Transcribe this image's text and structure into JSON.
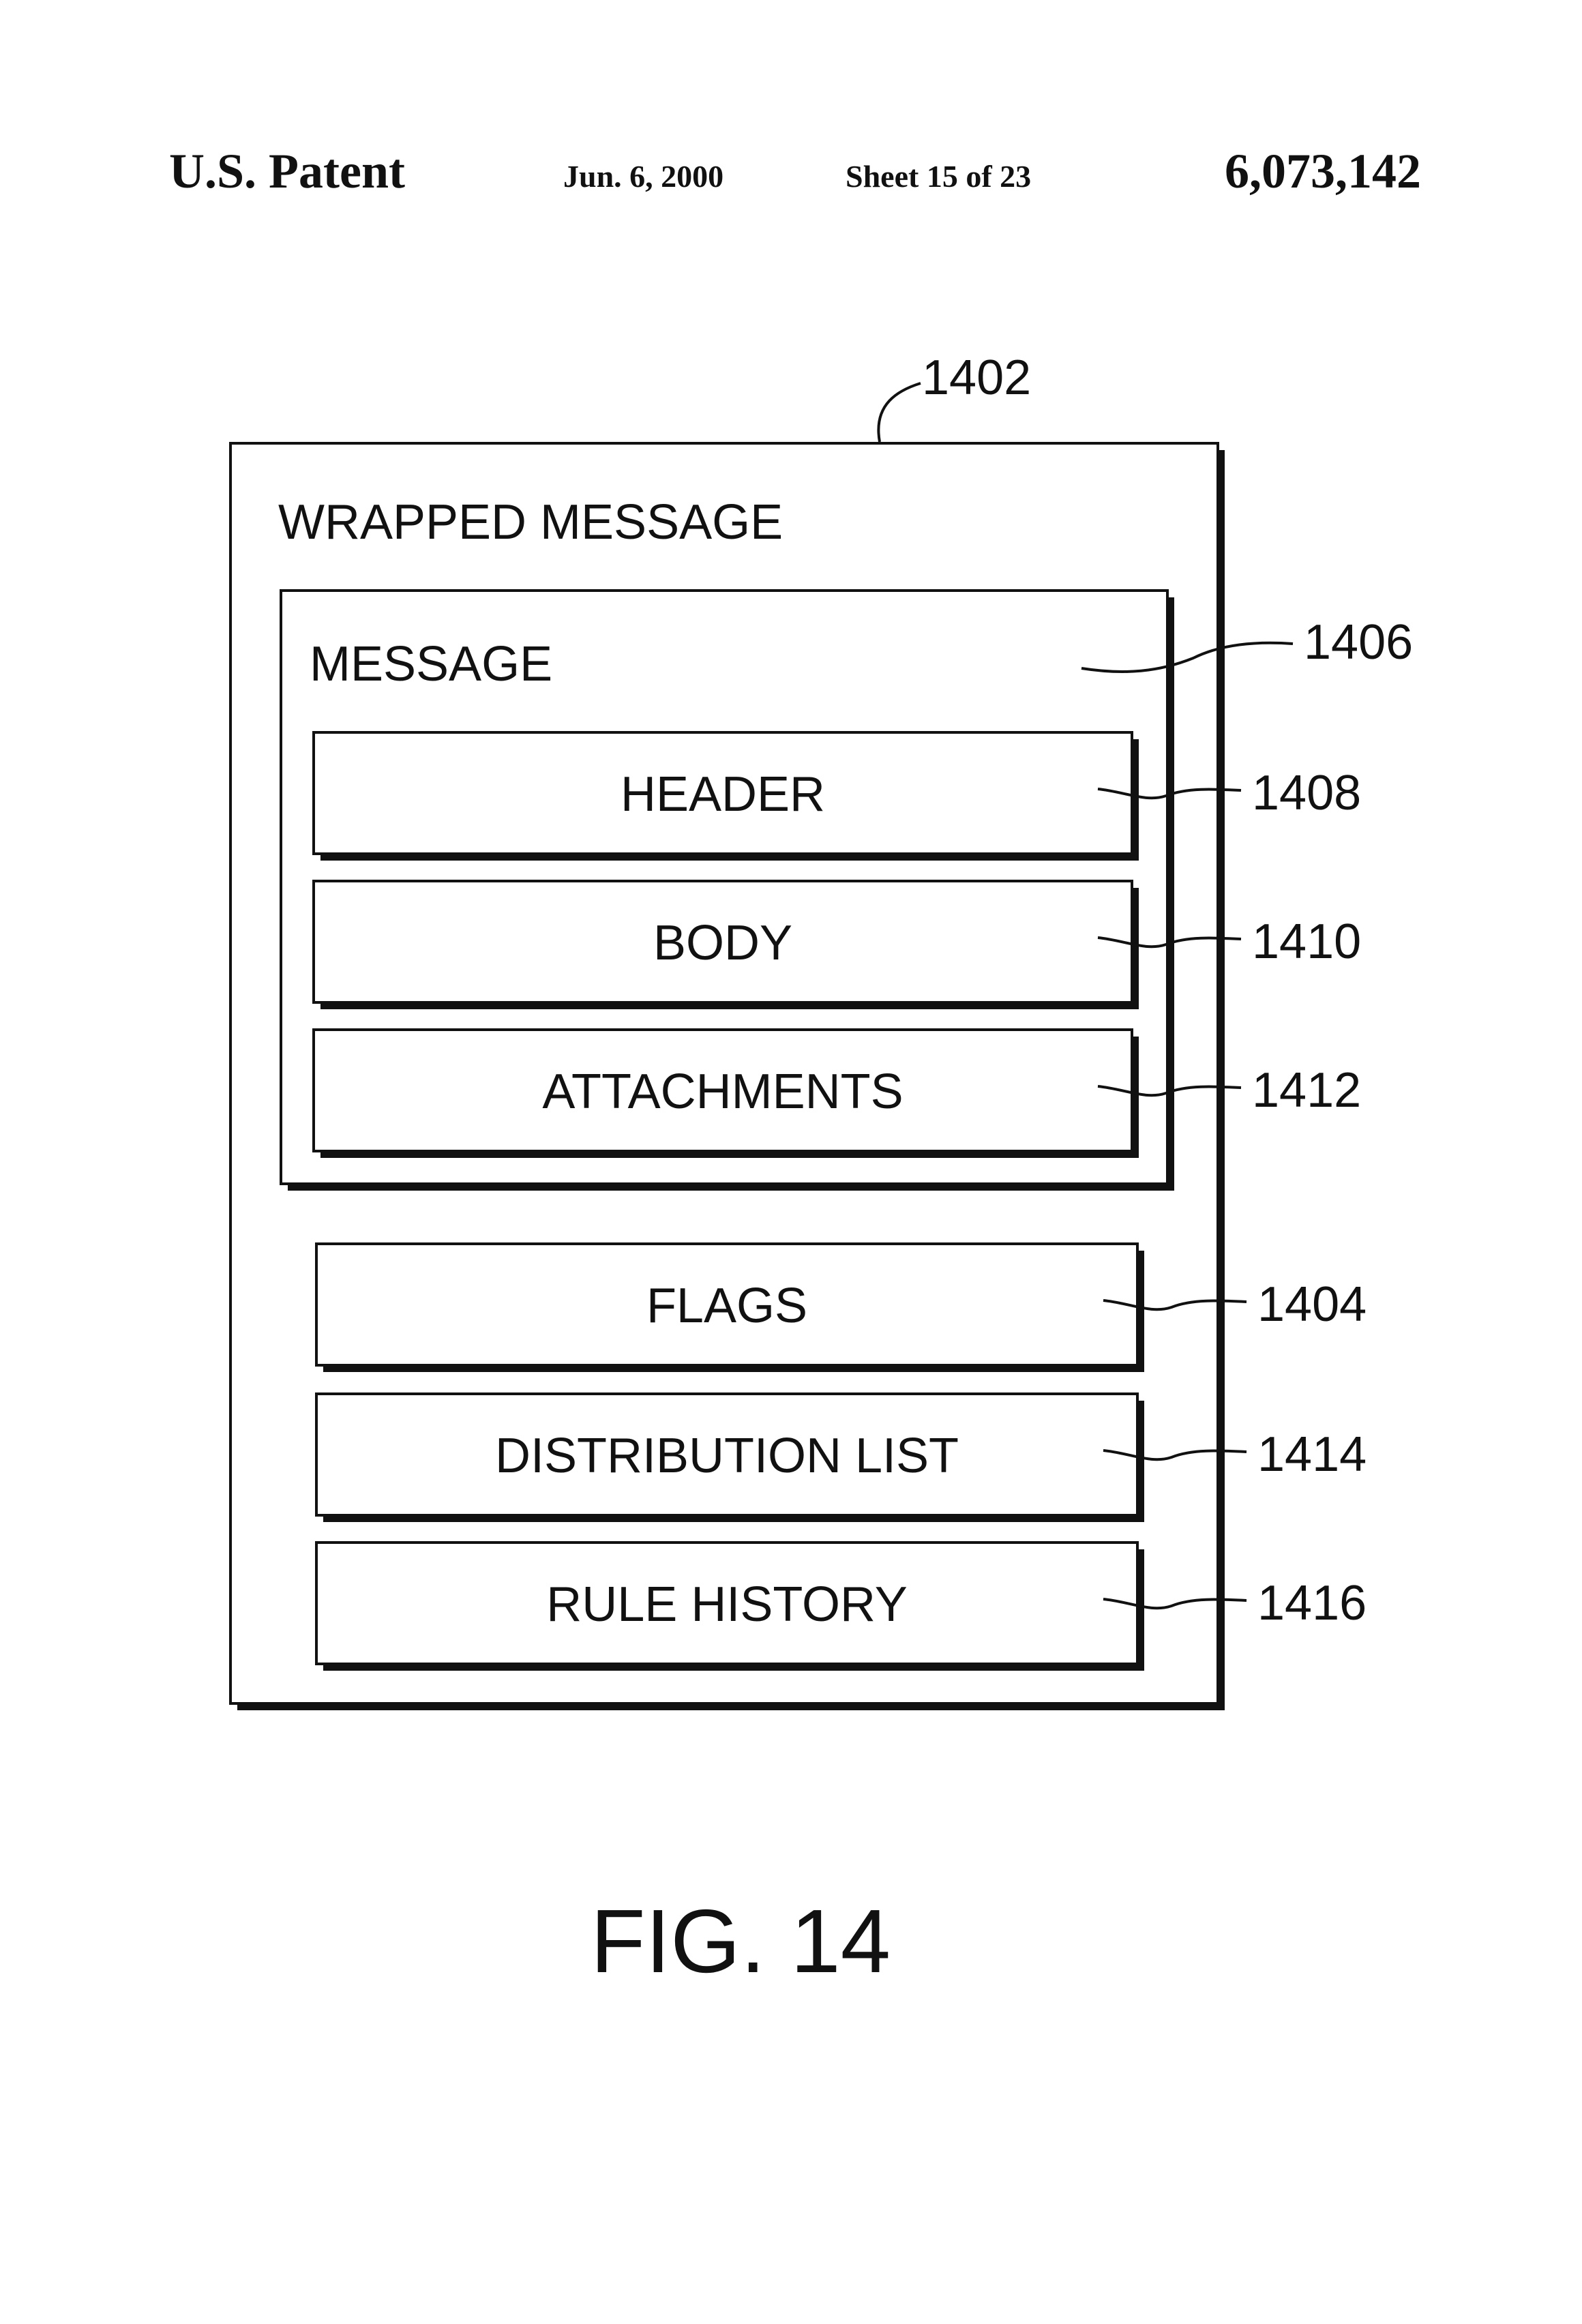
{
  "header": {
    "title": "U.S. Patent",
    "date": "Jun. 6, 2000",
    "sheet": "Sheet 15 of 23",
    "patent_number": "6,073,142"
  },
  "figure": {
    "caption": "FIG. 14",
    "outer": {
      "label": "WRAPPED MESSAGE",
      "ref": "1402"
    },
    "message": {
      "label": "MESSAGE",
      "ref": "1406"
    },
    "message_parts": [
      {
        "label": "HEADER",
        "ref": "1408"
      },
      {
        "label": "BODY",
        "ref": "1410"
      },
      {
        "label": "ATTACHMENTS",
        "ref": "1412"
      }
    ],
    "wrapper_parts": [
      {
        "label": "FLAGS",
        "ref": "1404"
      },
      {
        "label": "DISTRIBUTION LIST",
        "ref": "1414"
      },
      {
        "label": "RULE HISTORY",
        "ref": "1416"
      }
    ],
    "colors": {
      "ink": "#111111",
      "paper": "#ffffff"
    }
  }
}
